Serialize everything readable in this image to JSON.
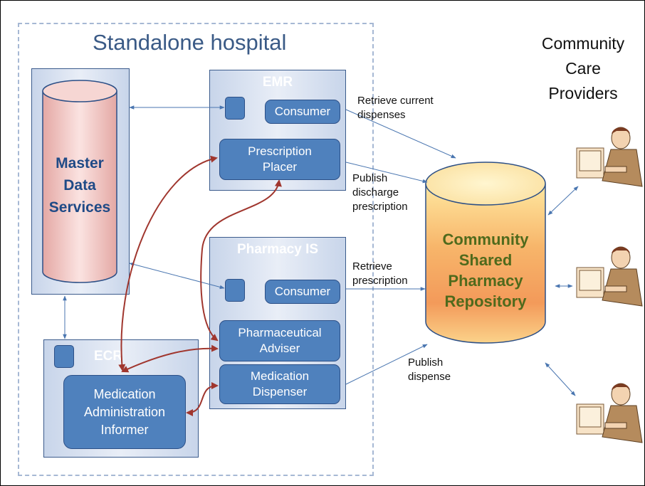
{
  "hospital": {
    "title": "Standalone hospital",
    "master_data": {
      "line1": "Master",
      "line2": "Data",
      "line3": "Services"
    },
    "emr": {
      "title": "EMR",
      "consumer": "Consumer",
      "placer_line1": "Prescription",
      "placer_line2": "Placer"
    },
    "pharmacy": {
      "title": "Pharmacy IS",
      "consumer": "Consumer",
      "adviser_line1": "Pharmaceutical",
      "adviser_line2": "Adviser",
      "dispenser_line1": "Medication",
      "dispenser_line2": "Dispenser"
    },
    "ecr": {
      "title": "ECR",
      "informer_line1": "Medication",
      "informer_line2": "Administration",
      "informer_line3": "Informer"
    }
  },
  "community": {
    "title_line1": "Community",
    "title_line2": "Care",
    "title_line3": "Providers",
    "repository": {
      "line1": "Community",
      "line2": "Shared",
      "line3": "Pharmacy",
      "line4": "Repository"
    }
  },
  "edge_labels": {
    "retrieve_dispenses_line1": "Retrieve current",
    "retrieve_dispenses_line2": "dispenses",
    "publish_prescription_line1": "Publish",
    "publish_prescription_line2": "discharge",
    "publish_prescription_line3": "prescription",
    "retrieve_prescription_line1": "Retrieve",
    "retrieve_prescription_line2": "prescription",
    "publish_dispense_line1": "Publish",
    "publish_dispense_line2": "dispense"
  },
  "colors": {
    "box_blue": "#4f81bd",
    "arrow_blue": "#4a76b0",
    "arrow_red": "#a0362e",
    "repository_text": "#4f6a1c"
  }
}
